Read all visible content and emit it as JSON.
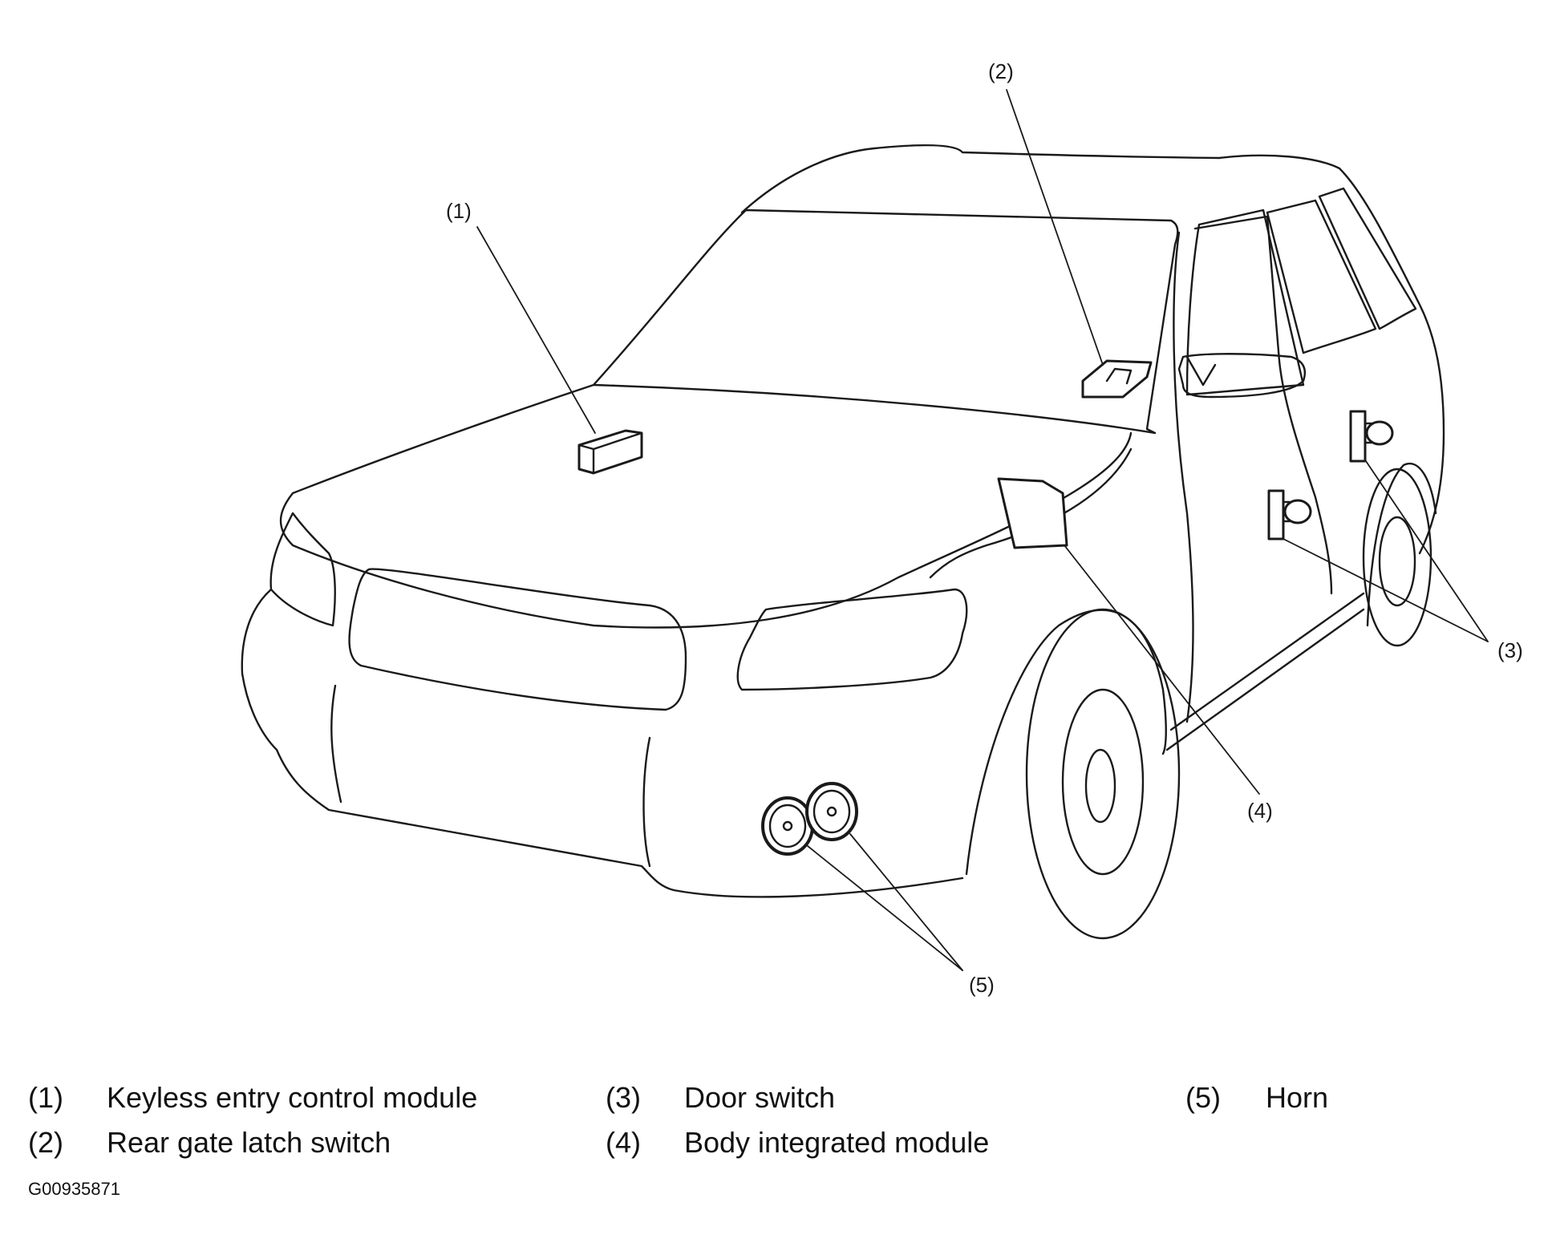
{
  "callouts": {
    "c1": "(1)",
    "c2": "(2)",
    "c3": "(3)",
    "c4": "(4)",
    "c5": "(5)"
  },
  "legend": [
    {
      "num": "(1)",
      "text": "Keyless entry control module"
    },
    {
      "num": "(2)",
      "text": "Rear gate latch switch"
    },
    {
      "num": "(3)",
      "text": "Door switch"
    },
    {
      "num": "(4)",
      "text": "Body integrated module"
    },
    {
      "num": "(5)",
      "text": "Horn"
    }
  ],
  "figure_id": "G00935871",
  "colors": {
    "line": "#1a1a1a",
    "background": "#ffffff"
  }
}
